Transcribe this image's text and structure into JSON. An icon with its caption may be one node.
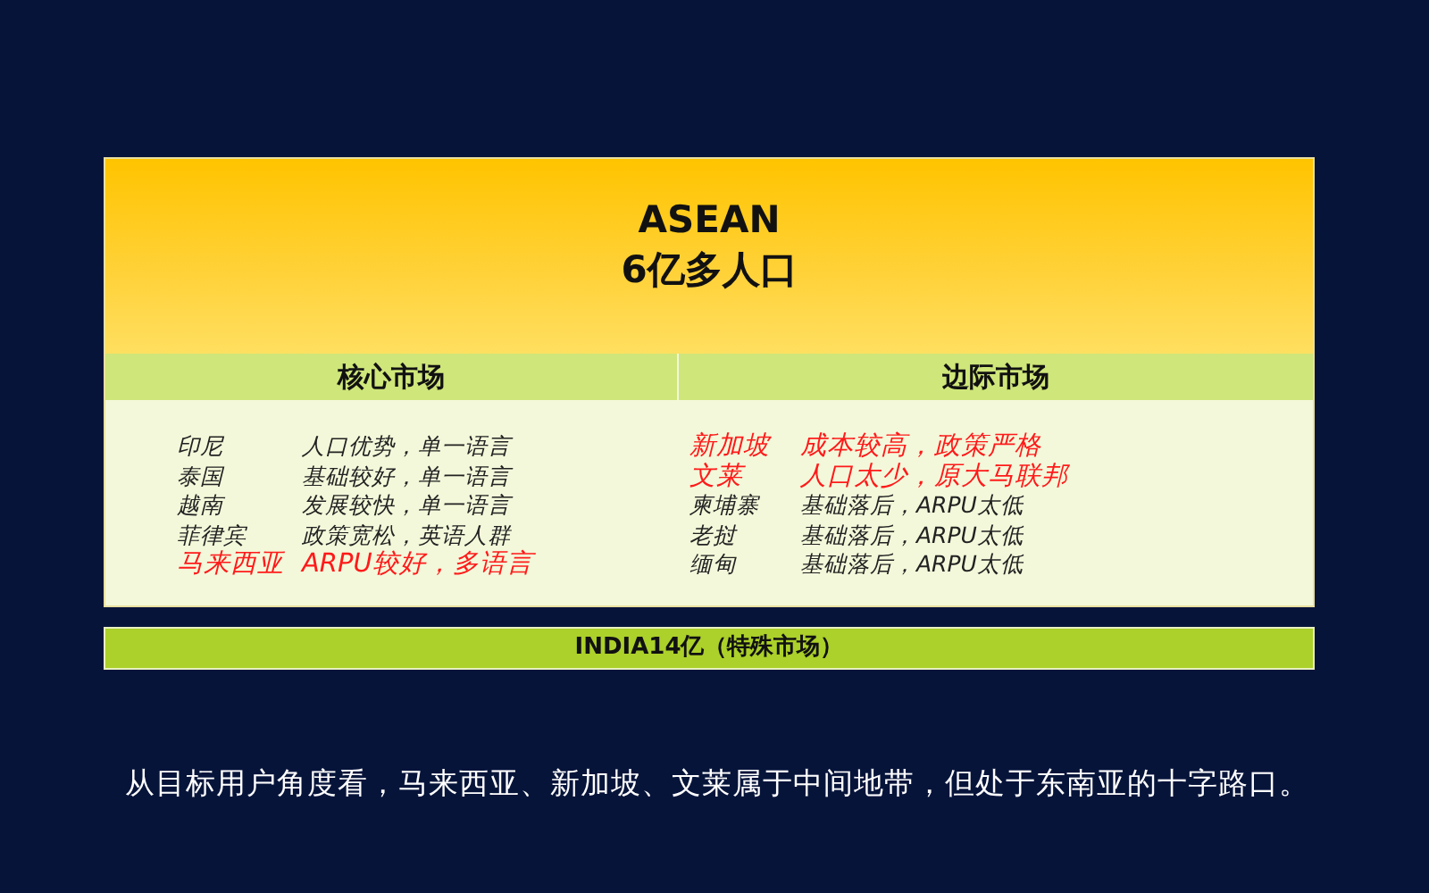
{
  "diagram": {
    "caption": "从目标用户角度看，马来西亚、新加坡、文莱属于中间地带，但处于东南亚的十字路口。",
    "nodes": [
      {
        "text": [
          "ASEAN",
          "6亿多人口"
        ]
      },
      {
        "text": [
          "核心市场",
          "印尼",
          "人口优势，单一语言",
          "泰国",
          "基础较好，单一语言",
          "越南",
          "发展较快，单一语言",
          "菲律宾",
          "政策宽松，英语人群",
          "马来西亚",
          "ARPU较好，多语言"
        ],
        "in": 0
      },
      {
        "text": [
          "边际市场",
          "新加坡",
          "成本较高，政策严格",
          "文莱",
          "人口太少，原大马联邦",
          "柬埔寨",
          "基础落后，ARPU太低",
          "老挝",
          "基础落后，ARPU太低",
          "缅甸",
          "基础落后，ARPU太低"
        ],
        "in": 0
      },
      {
        "text": [
          "INDIA14亿（特殊市场）"
        ]
      }
    ],
    "edges": []
  }
}
